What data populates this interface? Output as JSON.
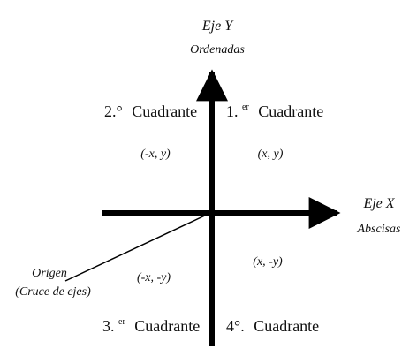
{
  "y_axis": {
    "title": "Eje Y",
    "subtitle": "Ordenadas"
  },
  "x_axis": {
    "title": "Eje X",
    "subtitle": "Abscisas"
  },
  "quadrants": {
    "q1": {
      "number": "1.",
      "superscript": "er",
      "label": "Cuadrante",
      "coords": "(x, y)"
    },
    "q2": {
      "number": "2.°",
      "label": "Cuadrante",
      "coords": "(-x, y)"
    },
    "q3": {
      "number": "3.",
      "superscript": "er",
      "label": "Cuadrante",
      "coords": "(-x, -y)"
    },
    "q4": {
      "number": "4°.",
      "label": "Cuadrante",
      "coords": "(x, -y)"
    }
  },
  "origin": {
    "label": "Origen",
    "sublabel": "(Cruce de ejes)"
  },
  "colors": {
    "axis": "#000000",
    "text": "#111111"
  }
}
